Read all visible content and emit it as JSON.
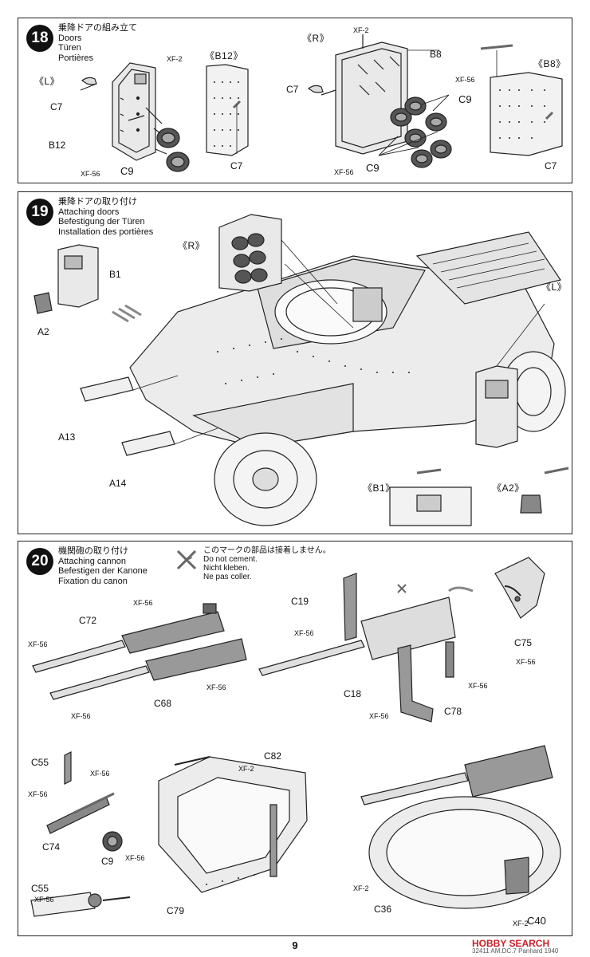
{
  "steps": [
    {
      "number": "18",
      "titles": [
        "乗降ドアの組み立て",
        "Doors",
        "Türen",
        "Portières"
      ],
      "views": [
        "《L》",
        "《B12》",
        "《R》",
        "《B8》"
      ],
      "parts": [
        "C7",
        "B12",
        "C9",
        "C7",
        "C7",
        "B8",
        "C9",
        "C9",
        "C7"
      ],
      "paints": [
        "XF-2",
        "XF-56",
        "XF-2",
        "XF-56",
        "XF-56"
      ]
    },
    {
      "number": "19",
      "titles": [
        "乗降ドアの取り付け",
        "Attaching doors",
        "Befestigung der Türen",
        "Installation des portières"
      ],
      "views": [
        "《R》",
        "《L》",
        "《B1》",
        "《A2》"
      ],
      "parts": [
        "B1",
        "A2",
        "A13",
        "A14"
      ]
    },
    {
      "number": "20",
      "titles": [
        "機関砲の取り付け",
        "Attaching cannon",
        "Befestigen der Kanone",
        "Fixation du canon"
      ],
      "note": [
        "このマークの部品は接着しません。",
        "Do not cement.",
        "Nicht kleben.",
        "Ne pas coller."
      ],
      "parts": [
        "C72",
        "C68",
        "C19",
        "C18",
        "C78",
        "C75",
        "C55",
        "C74",
        "C9",
        "C55",
        "C82",
        "C79",
        "C36",
        "C40"
      ],
      "paints": [
        "XF-56",
        "XF-56",
        "XF-56",
        "XF-56",
        "XF-56",
        "XF-56",
        "XF-56",
        "XF-56",
        "XF-56",
        "XF-56",
        "XF-56",
        "XF-56",
        "XF-2",
        "XF-2",
        "XF-2"
      ]
    }
  ],
  "page_number": "9",
  "watermark": "HOBBY SEARCH",
  "footer_code": "32411 AM.DC.7 Panhard 1940"
}
